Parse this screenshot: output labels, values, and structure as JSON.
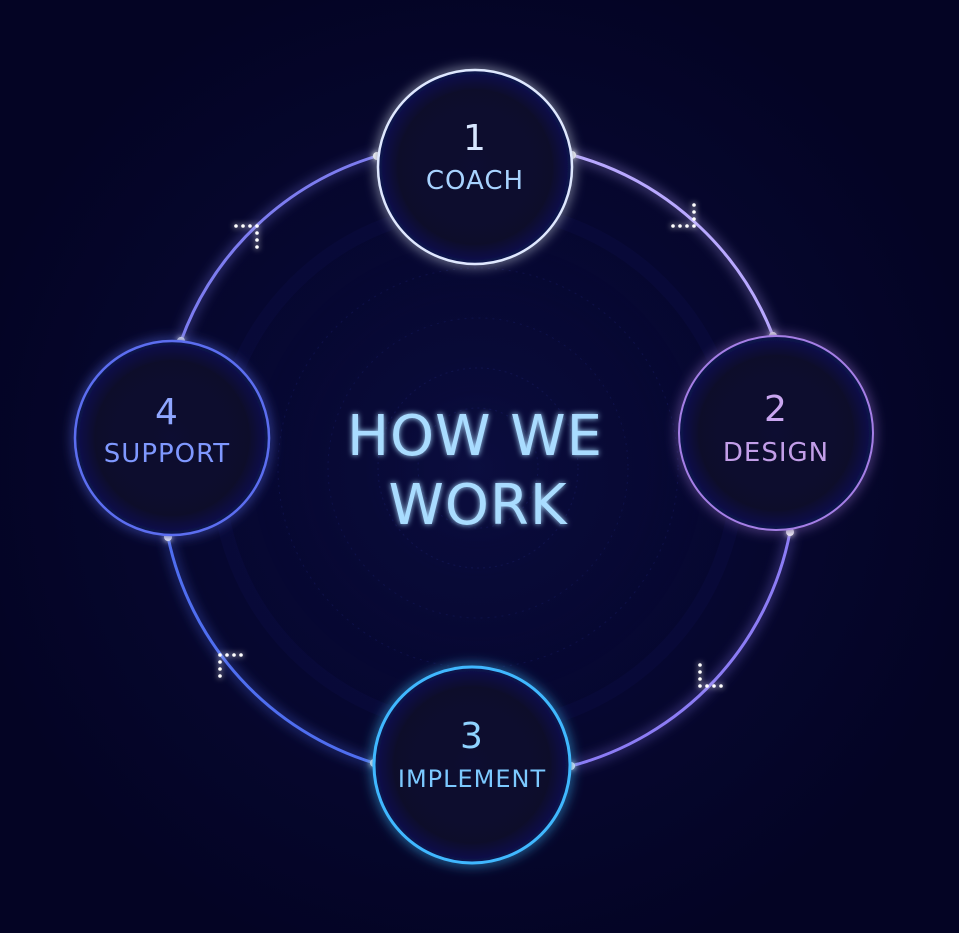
{
  "diagram": {
    "title_line1": "HOW WE",
    "title_line2": "WORK",
    "steps": [
      {
        "number": "1",
        "label": "COACH",
        "color": "#cfe4ff"
      },
      {
        "number": "2",
        "label": "DESIGN",
        "color": "#c9a6f0"
      },
      {
        "number": "3",
        "label": "IMPLEMENT",
        "color": "#5cc7ff"
      },
      {
        "number": "4",
        "label": "SUPPORT",
        "color": "#6e8cff"
      }
    ],
    "colors": {
      "background": "#040424",
      "title": "#a9dcff",
      "ring": "#7f7cf0"
    }
  }
}
